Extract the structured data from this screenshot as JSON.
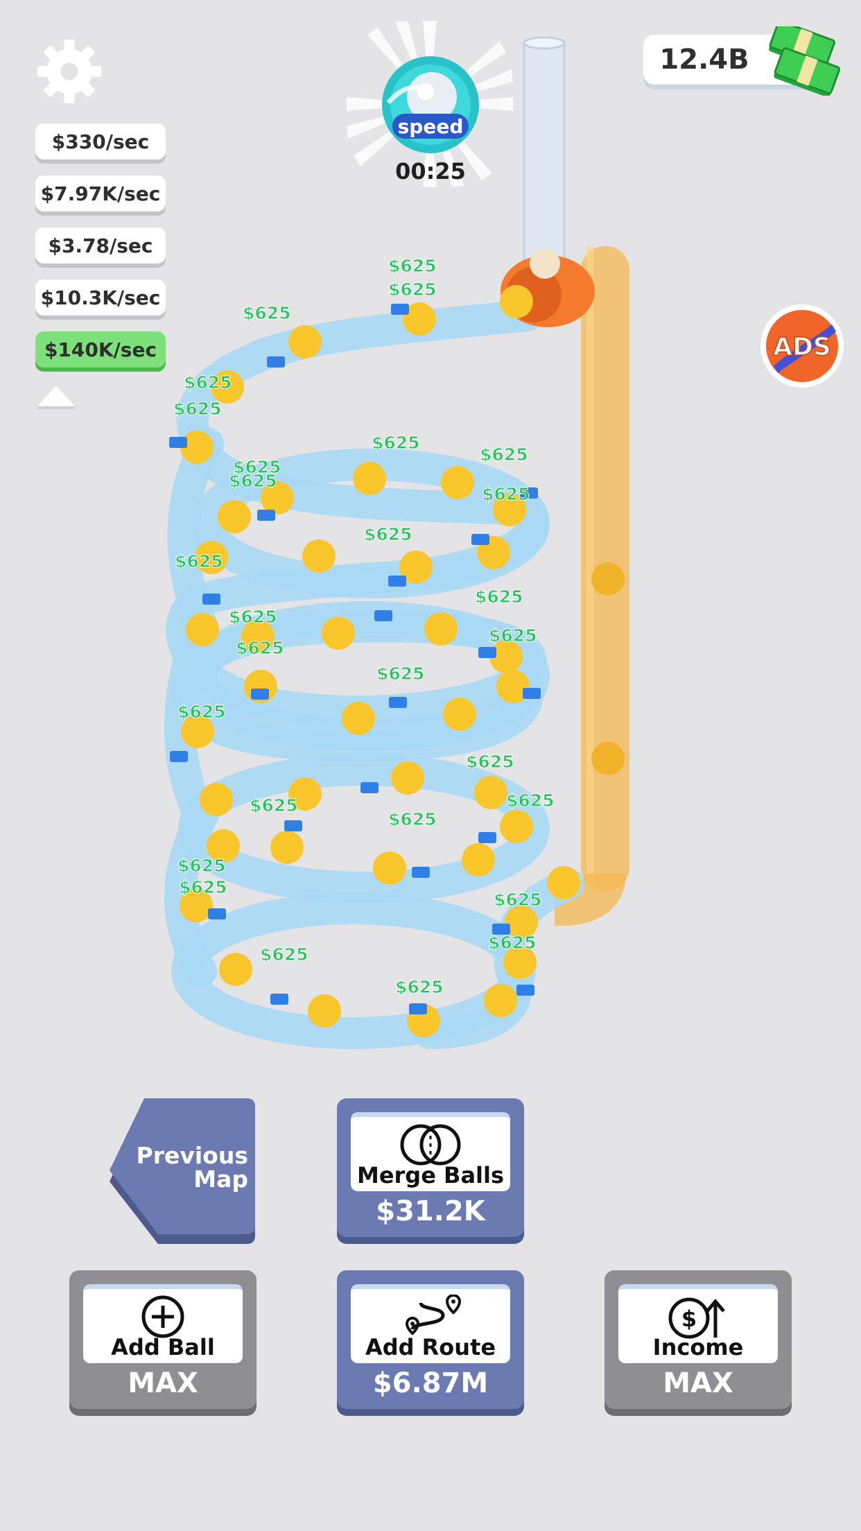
{
  "speed_boost": {
    "label": "speed",
    "timer": "00:25"
  },
  "money": {
    "value": "12.4B"
  },
  "ads_button": {
    "label": "ADS"
  },
  "income_rates": [
    {
      "label": "$330/sec",
      "active": false
    },
    {
      "label": "$7.97K/sec",
      "active": false
    },
    {
      "label": "$3.78/sec",
      "active": false
    },
    {
      "label": "$10.3K/sec",
      "active": false
    },
    {
      "label": "$140K/sec",
      "active": true
    }
  ],
  "floating_label": "$625",
  "buttons": {
    "previous_map": {
      "line1": "Previous",
      "line2": "Map"
    },
    "merge_balls": {
      "title": "Merge Balls",
      "price": "$31.2K"
    },
    "add_ball": {
      "title": "Add Ball",
      "price": "MAX"
    },
    "add_route": {
      "title": "Add Route",
      "price": "$6.87M"
    },
    "income": {
      "title": "Income",
      "price": "MAX"
    }
  },
  "colors": {
    "background": "#e4e4e6",
    "track": "#a9d8f5",
    "ball": "#f9c62b",
    "pipe": "#f6b850",
    "income_label": "#22c45a",
    "button_blue": "#6b7bb1",
    "button_gray": "#8f8f93",
    "active_rate": "#7ee07a"
  }
}
